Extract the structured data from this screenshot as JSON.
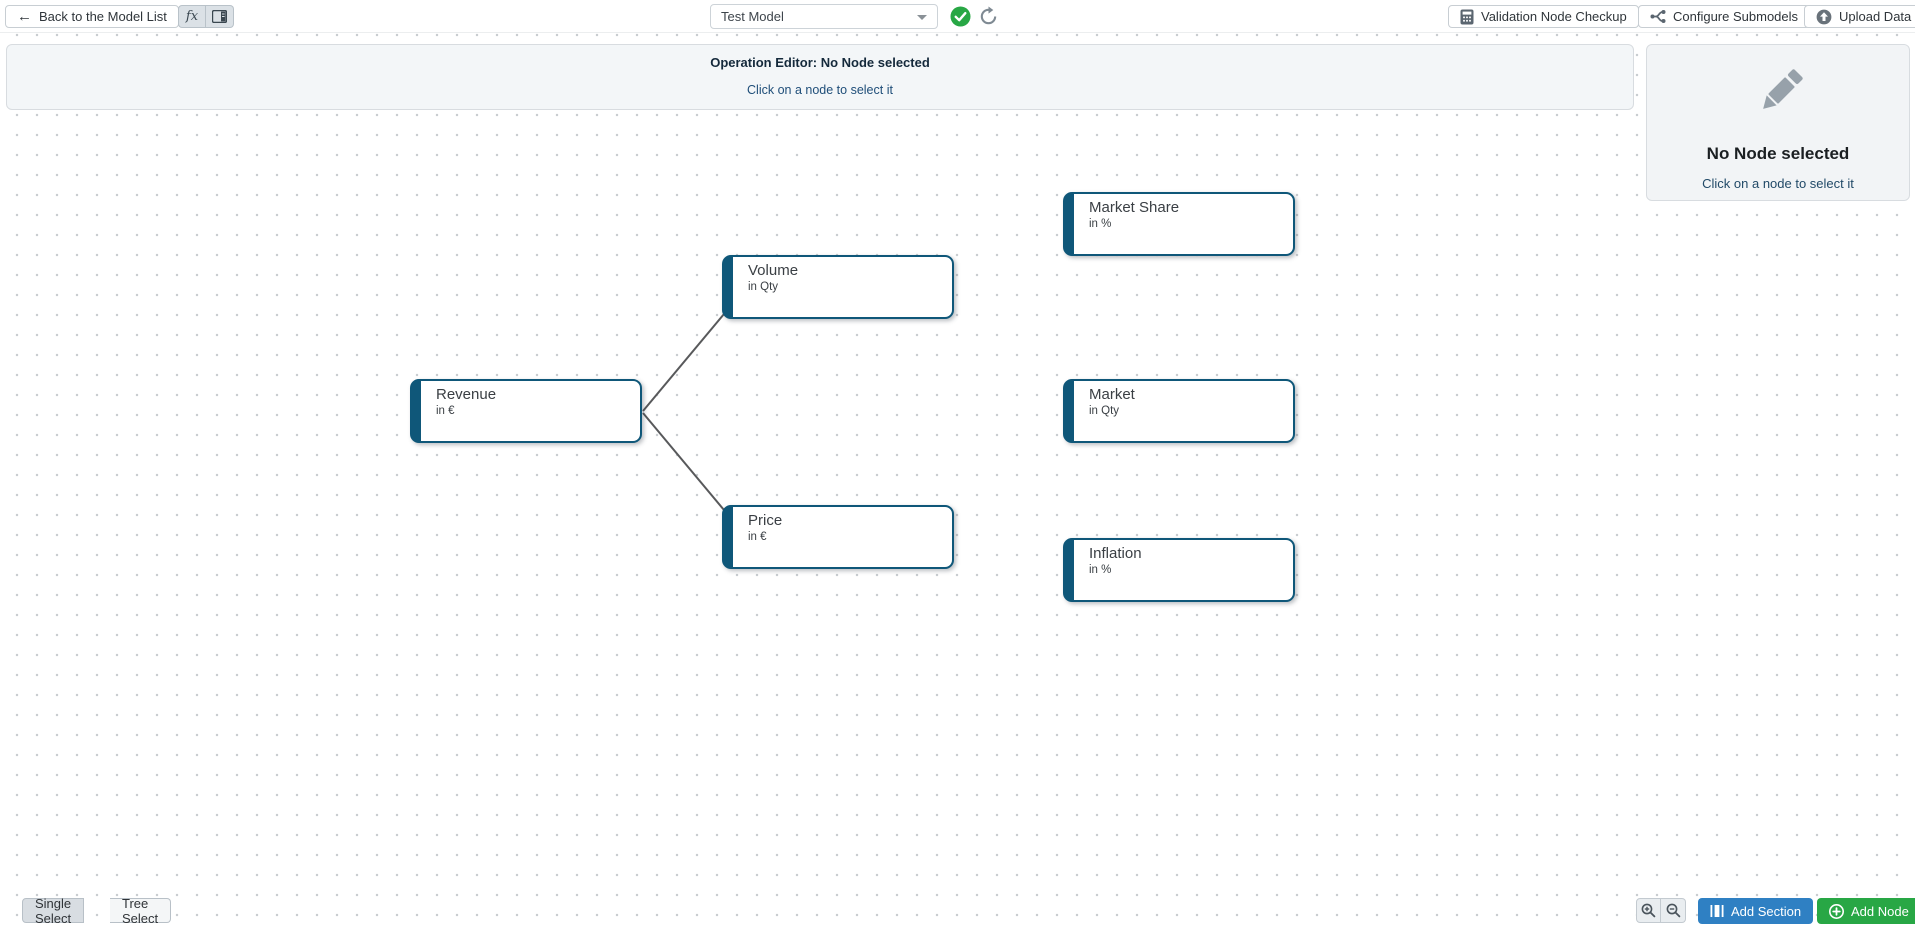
{
  "toolbar": {
    "back_button": "Back to the Model List",
    "back_icon": "←",
    "fx_label": "fx",
    "model_select": {
      "value": "Test Model"
    },
    "validation_button": "Validation Node Checkup",
    "configure_button": "Configure Submodels",
    "upload_button": "Upload Data"
  },
  "operation_editor": {
    "title": "Operation Editor: No Node selected",
    "subtitle": "Click on a node to select it"
  },
  "side_panel": {
    "title": "No Node selected",
    "subtitle": "Click on a node to select it"
  },
  "nodes": [
    {
      "label": "Market Share",
      "unit": "in %"
    },
    {
      "label": "Volume",
      "unit": "in Qty"
    },
    {
      "label": "Revenue",
      "unit": "in €"
    },
    {
      "label": "Market",
      "unit": "in Qty"
    },
    {
      "label": "Price",
      "unit": "in €"
    },
    {
      "label": "Inflation",
      "unit": "in %"
    }
  ],
  "edges": [
    {
      "from": "Revenue",
      "to": "Volume"
    },
    {
      "from": "Revenue",
      "to": "Price"
    }
  ],
  "footer": {
    "single_select": "Single Select",
    "tree_select": "Tree Select",
    "add_section": "Add Section",
    "add_node": "Add Node"
  },
  "colors": {
    "node_accent": "#0f5779",
    "add_section_blue": "#2f80c3",
    "add_node_green": "#28a745",
    "valid_check_green": "#28a745",
    "edge_gray": "#58595b"
  }
}
